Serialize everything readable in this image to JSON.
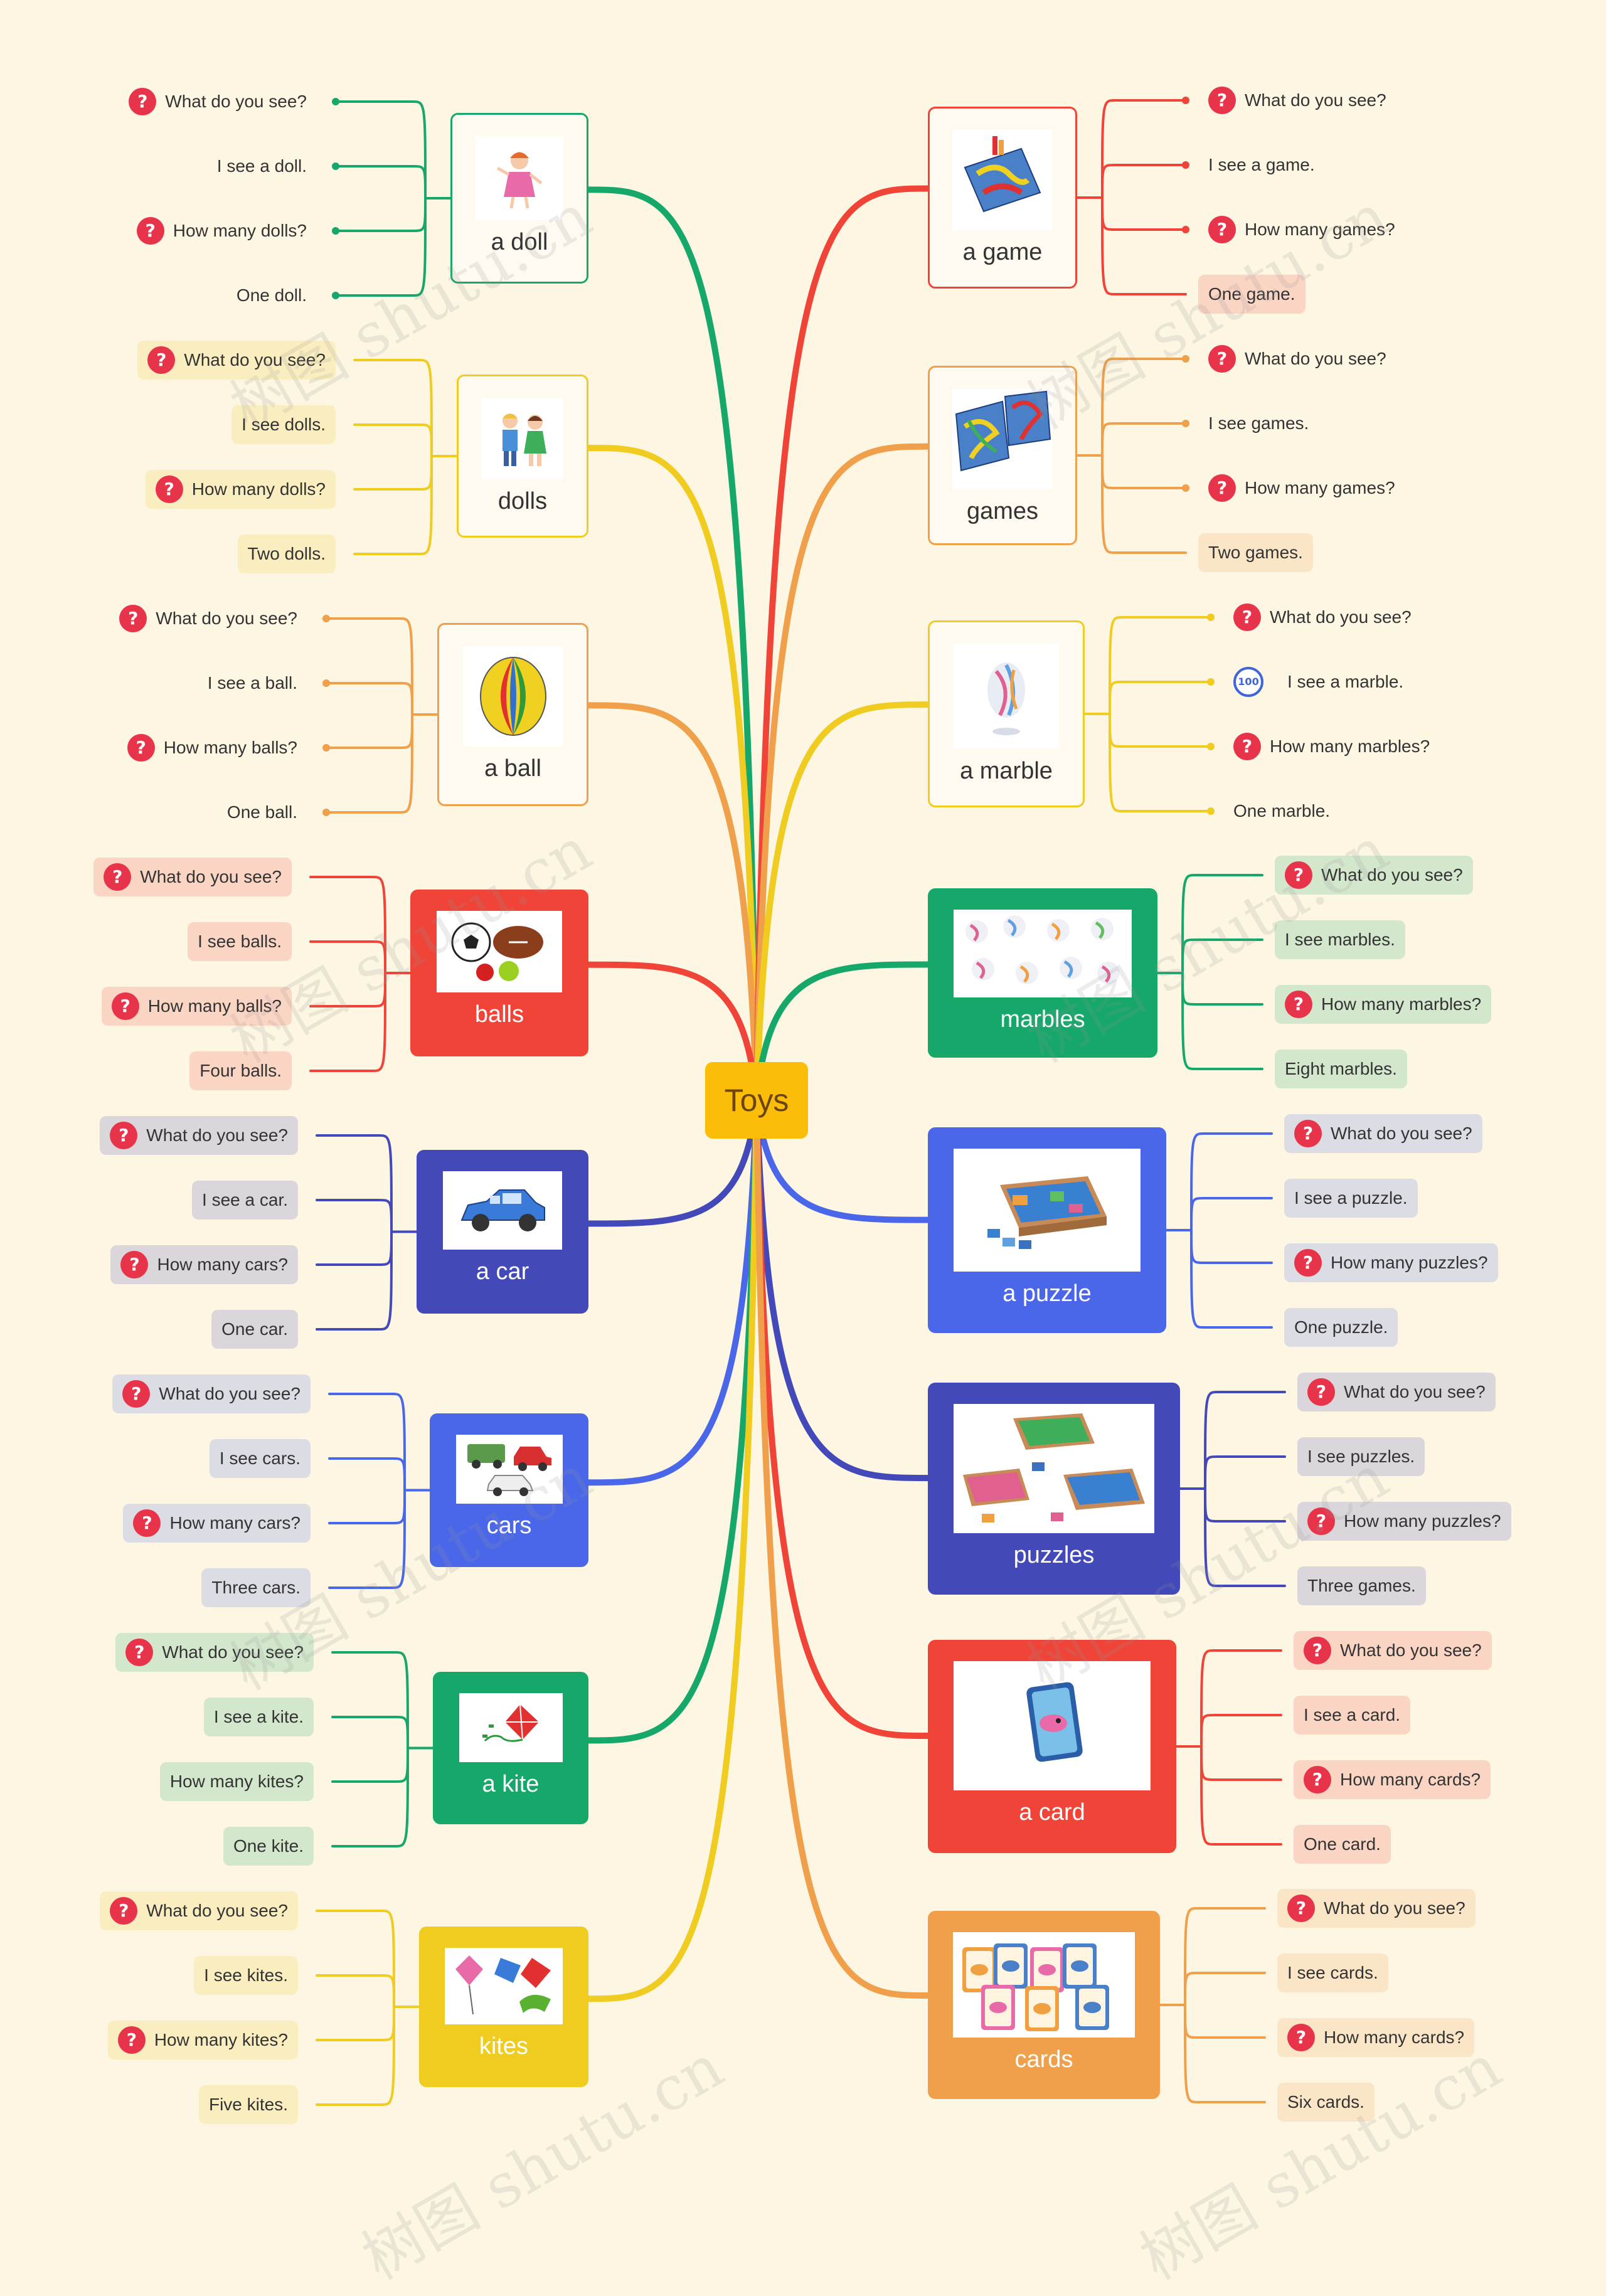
{
  "center": {
    "label": "Toys"
  },
  "watermark": "树图 shutu.cn",
  "colors": {
    "green": "#15a86a",
    "yellow": "#f0cc20",
    "orange": "#f0a04a",
    "red": "#f04438",
    "navy": "#4349b8",
    "blue": "#4a67ea"
  },
  "left": [
    {
      "label": "a doll",
      "color": "#15a86a",
      "style": "outline",
      "icon": "doll-icon",
      "leaves": [
        {
          "text": "What do you see?",
          "q": true,
          "bg": false
        },
        {
          "text": "I see a doll.",
          "q": false,
          "bg": false
        },
        {
          "text": "How many dolls?",
          "q": true,
          "bg": false
        },
        {
          "text": "One doll.",
          "q": false,
          "bg": false
        }
      ]
    },
    {
      "label": "dolls",
      "color": "#f0cc20",
      "style": "outline",
      "icon": "dolls-icon",
      "leaves": [
        {
          "text": "What do you see?",
          "q": true,
          "bg": true
        },
        {
          "text": "I see dolls.",
          "q": false,
          "bg": true
        },
        {
          "text": "How many dolls?",
          "q": true,
          "bg": true
        },
        {
          "text": "Two dolls.",
          "q": false,
          "bg": true
        }
      ]
    },
    {
      "label": "a ball",
      "color": "#f0a04a",
      "style": "outline",
      "icon": "beach-ball-icon",
      "leaves": [
        {
          "text": "What do you see?",
          "q": true,
          "bg": false
        },
        {
          "text": "I see a ball.",
          "q": false,
          "bg": false
        },
        {
          "text": "How many balls?",
          "q": true,
          "bg": false
        },
        {
          "text": "One ball.",
          "q": false,
          "bg": false
        }
      ]
    },
    {
      "label": "balls",
      "color": "#f04438",
      "style": "filled",
      "icon": "balls-icon",
      "leaves": [
        {
          "text": "What do you see?",
          "q": true,
          "bg": true
        },
        {
          "text": "I see balls.",
          "q": false,
          "bg": true
        },
        {
          "text": "How many balls?",
          "q": true,
          "bg": true
        },
        {
          "text": "Four balls.",
          "q": false,
          "bg": true
        }
      ]
    },
    {
      "label": "a car",
      "color": "#4349b8",
      "style": "filled",
      "icon": "car-icon",
      "leaves": [
        {
          "text": "What do you see?",
          "q": true,
          "bg": true
        },
        {
          "text": "I see a car.",
          "q": false,
          "bg": true
        },
        {
          "text": "How many cars?",
          "q": true,
          "bg": true
        },
        {
          "text": "One car.",
          "q": false,
          "bg": true
        }
      ]
    },
    {
      "label": "cars",
      "color": "#4a67ea",
      "style": "filled",
      "icon": "cars-icon",
      "leaves": [
        {
          "text": "What do you see?",
          "q": true,
          "bg": true
        },
        {
          "text": "I see cars.",
          "q": false,
          "bg": true
        },
        {
          "text": "How many cars?",
          "q": true,
          "bg": true
        },
        {
          "text": "Three cars.",
          "q": false,
          "bg": true
        }
      ]
    },
    {
      "label": "a kite",
      "color": "#15a86a",
      "style": "filled",
      "icon": "kite-icon",
      "leaves": [
        {
          "text": "What do you see?",
          "q": true,
          "bg": true
        },
        {
          "text": "I see a kite.",
          "q": false,
          "bg": true
        },
        {
          "text": "How many kites?",
          "q": false,
          "bg": true
        },
        {
          "text": "One kite.",
          "q": false,
          "bg": true
        }
      ]
    },
    {
      "label": "kites",
      "color": "#f0cc20",
      "style": "filled",
      "icon": "kites-icon",
      "leaves": [
        {
          "text": "What do you see?",
          "q": true,
          "bg": true
        },
        {
          "text": "I see kites.",
          "q": false,
          "bg": true
        },
        {
          "text": "How many kites?",
          "q": true,
          "bg": true
        },
        {
          "text": "Five kites.",
          "q": false,
          "bg": true
        }
      ]
    }
  ],
  "right": [
    {
      "label": "a game",
      "color": "#f04438",
      "style": "outline",
      "icon": "board-game-icon",
      "leaves": [
        {
          "text": "What do you see?",
          "q": true,
          "bg": false
        },
        {
          "text": "I see a game.",
          "q": false,
          "bg": false
        },
        {
          "text": "How many games?",
          "q": true,
          "bg": false
        },
        {
          "text": "One game.",
          "q": false,
          "bg": true
        }
      ]
    },
    {
      "label": "games",
      "color": "#f0a04a",
      "style": "outline",
      "icon": "board-games-icon",
      "leaves": [
        {
          "text": "What do you see?",
          "q": true,
          "bg": false
        },
        {
          "text": "I see games.",
          "q": false,
          "bg": false
        },
        {
          "text": "How many games?",
          "q": true,
          "bg": false
        },
        {
          "text": "Two games.",
          "q": false,
          "bg": true
        }
      ]
    },
    {
      "label": "a marble",
      "color": "#f0cc20",
      "style": "outline",
      "icon": "marble-icon",
      "leaves": [
        {
          "text": "What do you see?",
          "q": true,
          "bg": false
        },
        {
          "text": "I see a marble.",
          "q": false,
          "bg": false,
          "h": true
        },
        {
          "text": "How many marbles?",
          "q": true,
          "bg": false
        },
        {
          "text": "One marble.",
          "q": false,
          "bg": false
        }
      ]
    },
    {
      "label": "marbles",
      "color": "#15a86a",
      "style": "filled",
      "icon": "marbles-icon",
      "leaves": [
        {
          "text": "What do you see?",
          "q": true,
          "bg": true
        },
        {
          "text": "I see marbles.",
          "q": false,
          "bg": true
        },
        {
          "text": "How many marbles?",
          "q": true,
          "bg": true
        },
        {
          "text": "Eight marbles.",
          "q": false,
          "bg": true
        }
      ]
    },
    {
      "label": "a puzzle",
      "color": "#4a67ea",
      "style": "filled",
      "icon": "puzzle-icon",
      "leaves": [
        {
          "text": "What do you see?",
          "q": true,
          "bg": true
        },
        {
          "text": "I see a puzzle.",
          "q": false,
          "bg": true
        },
        {
          "text": "How many puzzles?",
          "q": true,
          "bg": true
        },
        {
          "text": "One puzzle.",
          "q": false,
          "bg": true
        }
      ]
    },
    {
      "label": "puzzles",
      "color": "#4349b8",
      "style": "filled",
      "icon": "puzzles-icon",
      "leaves": [
        {
          "text": "What do you see?",
          "q": true,
          "bg": true
        },
        {
          "text": "I see puzzles.",
          "q": false,
          "bg": true
        },
        {
          "text": "How many puzzles?",
          "q": true,
          "bg": true
        },
        {
          "text": "Three games.",
          "q": false,
          "bg": true
        }
      ]
    },
    {
      "label": "a card",
      "color": "#f04438",
      "style": "filled",
      "icon": "card-icon",
      "leaves": [
        {
          "text": "What do you see?",
          "q": true,
          "bg": true
        },
        {
          "text": "I see a card.",
          "q": false,
          "bg": true
        },
        {
          "text": "How many cards?",
          "q": true,
          "bg": true
        },
        {
          "text": "One card.",
          "q": false,
          "bg": true
        }
      ]
    },
    {
      "label": "cards",
      "color": "#f0a04a",
      "style": "filled",
      "icon": "cards-icon",
      "leaves": [
        {
          "text": "What do you see?",
          "q": true,
          "bg": true
        },
        {
          "text": "I see cards.",
          "q": false,
          "bg": true
        },
        {
          "text": "How many cards?",
          "q": true,
          "bg": true
        },
        {
          "text": "Six cards.",
          "q": false,
          "bg": true
        }
      ]
    }
  ]
}
